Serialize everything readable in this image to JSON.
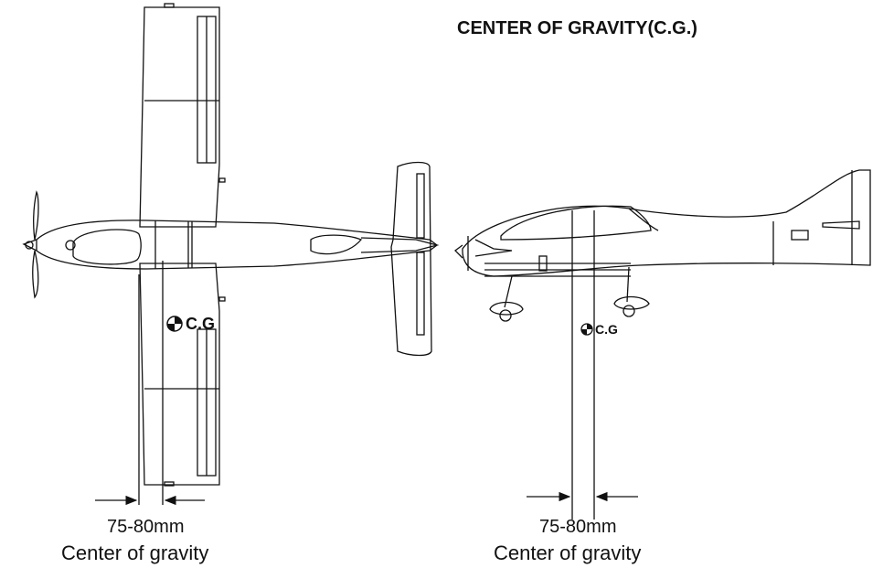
{
  "title": "CENTER OF GRAVITY(C.G.)",
  "top_view": {
    "cg_label": "C.G",
    "dimension_label": "75-80mm",
    "caption": "Center of gravity"
  },
  "side_view": {
    "cg_label": "C.G",
    "dimension_label": "75-80mm",
    "caption": "Center of gravity"
  },
  "colors": {
    "line": "#111111",
    "background": "#ffffff"
  },
  "icons": [
    "cg-marker-icon",
    "propeller-icon"
  ]
}
